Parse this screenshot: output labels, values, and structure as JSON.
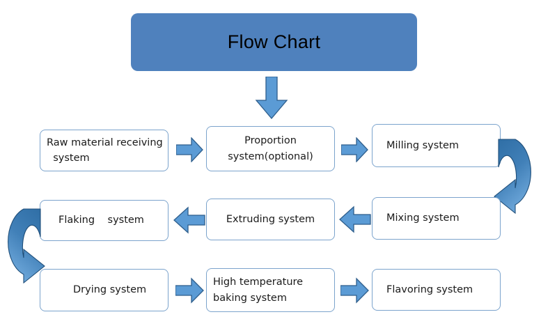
{
  "title": {
    "text": "Flow Chart"
  },
  "colors": {
    "banner_fill": "#4F81BD",
    "node_border": "#7BA3CC",
    "node_fill": "#FFFFFF",
    "arrow_fill": "#5B9BD5",
    "arrow_stroke": "#2E5E8C",
    "curve_dark": "#2E6DA4",
    "curve_light": "#5B9BD5",
    "text": "#1A1A1A"
  },
  "nodes": [
    {
      "id": "raw-material-receiving-system",
      "lines": [
        "Raw material receiving",
        "  system"
      ]
    },
    {
      "id": "proportion-system-optional",
      "lines": [
        "Proportion",
        "system(optional)"
      ]
    },
    {
      "id": "milling-system",
      "lines": [
        "Milling system"
      ]
    },
    {
      "id": "mixing-system",
      "lines": [
        "Mixing system"
      ]
    },
    {
      "id": "extruding-system",
      "lines": [
        "Extruding system"
      ]
    },
    {
      "id": "flaking-system",
      "lines": [
        "Flaking    system"
      ]
    },
    {
      "id": "drying-system",
      "lines": [
        "Drying system"
      ]
    },
    {
      "id": "high-temperature-baking-system",
      "lines": [
        "High temperature",
        "baking system"
      ]
    },
    {
      "id": "flavoring-system",
      "lines": [
        "Flavoring system"
      ]
    }
  ],
  "connectors": [
    {
      "id": "title-to-raw-row",
      "kind": "block-arrow",
      "direction": "down"
    },
    {
      "id": "raw-to-proportion",
      "kind": "block-arrow",
      "direction": "right"
    },
    {
      "id": "proportion-to-milling",
      "kind": "block-arrow",
      "direction": "right"
    },
    {
      "id": "milling-to-mixing",
      "kind": "curved-arrow",
      "direction": "down-left"
    },
    {
      "id": "mixing-to-extruding",
      "kind": "block-arrow",
      "direction": "left"
    },
    {
      "id": "extruding-to-flaking",
      "kind": "block-arrow",
      "direction": "left"
    },
    {
      "id": "flaking-to-drying",
      "kind": "curved-arrow",
      "direction": "down-right"
    },
    {
      "id": "drying-to-baking",
      "kind": "block-arrow",
      "direction": "right"
    },
    {
      "id": "baking-to-flavoring",
      "kind": "block-arrow",
      "direction": "right"
    }
  ]
}
